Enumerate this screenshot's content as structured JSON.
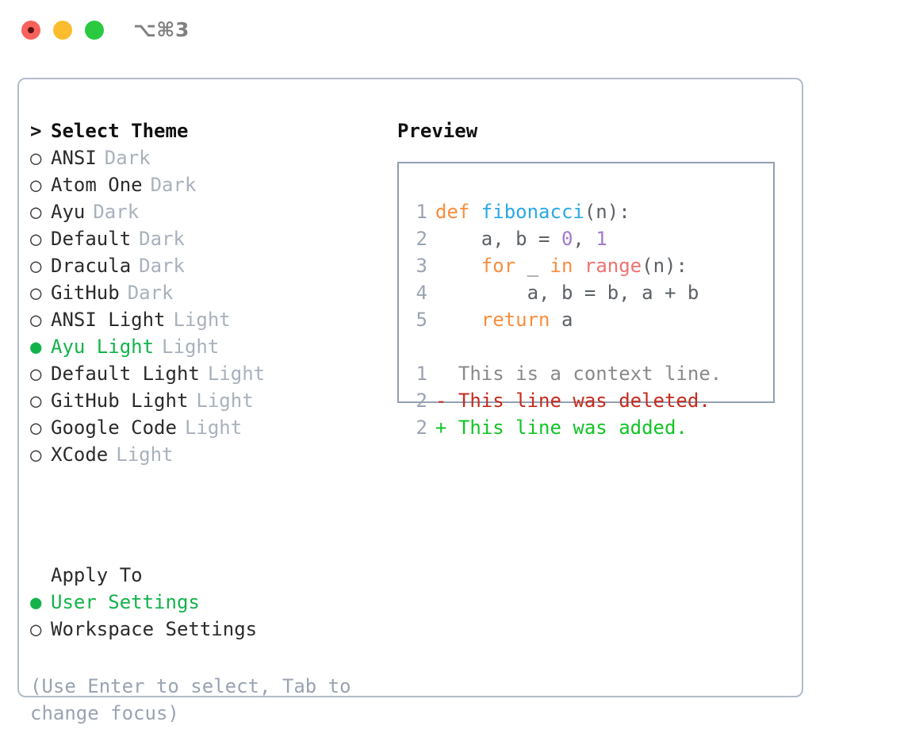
{
  "window": {
    "title": "⌥⌘3",
    "traffic_lights": [
      {
        "name": "close",
        "color": "#f9615c"
      },
      {
        "name": "minimize",
        "color": "#fbbd2e"
      },
      {
        "name": "maximize",
        "color": "#2ac940"
      }
    ]
  },
  "theme_picker": {
    "heading": "Select Theme",
    "heading_marker": ">",
    "bullet_empty": "○",
    "bullet_filled": "●",
    "items": [
      {
        "label": "ANSI",
        "tag": "Dark",
        "selected": false
      },
      {
        "label": "Atom One",
        "tag": "Dark",
        "selected": false
      },
      {
        "label": "Ayu",
        "tag": "Dark",
        "selected": false
      },
      {
        "label": "Default",
        "tag": "Dark",
        "selected": false
      },
      {
        "label": "Dracula",
        "tag": "Dark",
        "selected": false
      },
      {
        "label": "GitHub",
        "tag": "Dark",
        "selected": false
      },
      {
        "label": "ANSI Light",
        "tag": "Light",
        "selected": false
      },
      {
        "label": "Ayu Light",
        "tag": "Light",
        "selected": true
      },
      {
        "label": "Default Light",
        "tag": "Light",
        "selected": false
      },
      {
        "label": "GitHub Light",
        "tag": "Light",
        "selected": false
      },
      {
        "label": "Google Code",
        "tag": "Light",
        "selected": false
      },
      {
        "label": "XCode",
        "tag": "Light",
        "selected": false
      }
    ]
  },
  "apply_to": {
    "heading": "Apply To",
    "items": [
      {
        "label": "User Settings",
        "selected": true
      },
      {
        "label": "Workspace Settings",
        "selected": false
      }
    ]
  },
  "hint": "(Use Enter to select, Tab to change focus)",
  "preview": {
    "heading": "Preview",
    "code_lines": [
      {
        "num": "1",
        "tokens": [
          {
            "t": "def ",
            "c": "tok-kw"
          },
          {
            "t": "fibonacci",
            "c": "tok-fn"
          },
          {
            "t": "(n):",
            "c": "tok-punct"
          }
        ]
      },
      {
        "num": "2",
        "tokens": [
          {
            "t": "    a, b = ",
            "c": "tok-plain"
          },
          {
            "t": "0",
            "c": "tok-num"
          },
          {
            "t": ", ",
            "c": "tok-plain"
          },
          {
            "t": "1",
            "c": "tok-num"
          }
        ]
      },
      {
        "num": "3",
        "tokens": [
          {
            "t": "    ",
            "c": "tok-plain"
          },
          {
            "t": "for",
            "c": "tok-kw"
          },
          {
            "t": " _ ",
            "c": "tok-plain"
          },
          {
            "t": "in",
            "c": "tok-kw"
          },
          {
            "t": " ",
            "c": "tok-plain"
          },
          {
            "t": "range",
            "c": "tok-builtin"
          },
          {
            "t": "(n):",
            "c": "tok-punct"
          }
        ]
      },
      {
        "num": "4",
        "tokens": [
          {
            "t": "        a, b = b, a + b",
            "c": "tok-plain"
          }
        ]
      },
      {
        "num": "5",
        "tokens": [
          {
            "t": "    ",
            "c": "tok-plain"
          },
          {
            "t": "return",
            "c": "tok-kw"
          },
          {
            "t": " a",
            "c": "tok-plain"
          }
        ]
      }
    ],
    "diff_lines": [
      {
        "num": "1",
        "text": "  This is a context line.",
        "c": "diff-ctx"
      },
      {
        "num": "2",
        "text": "- This line was deleted.",
        "c": "diff-del"
      },
      {
        "num": "2",
        "text": "+ This line was added.",
        "c": "diff-add"
      }
    ]
  }
}
